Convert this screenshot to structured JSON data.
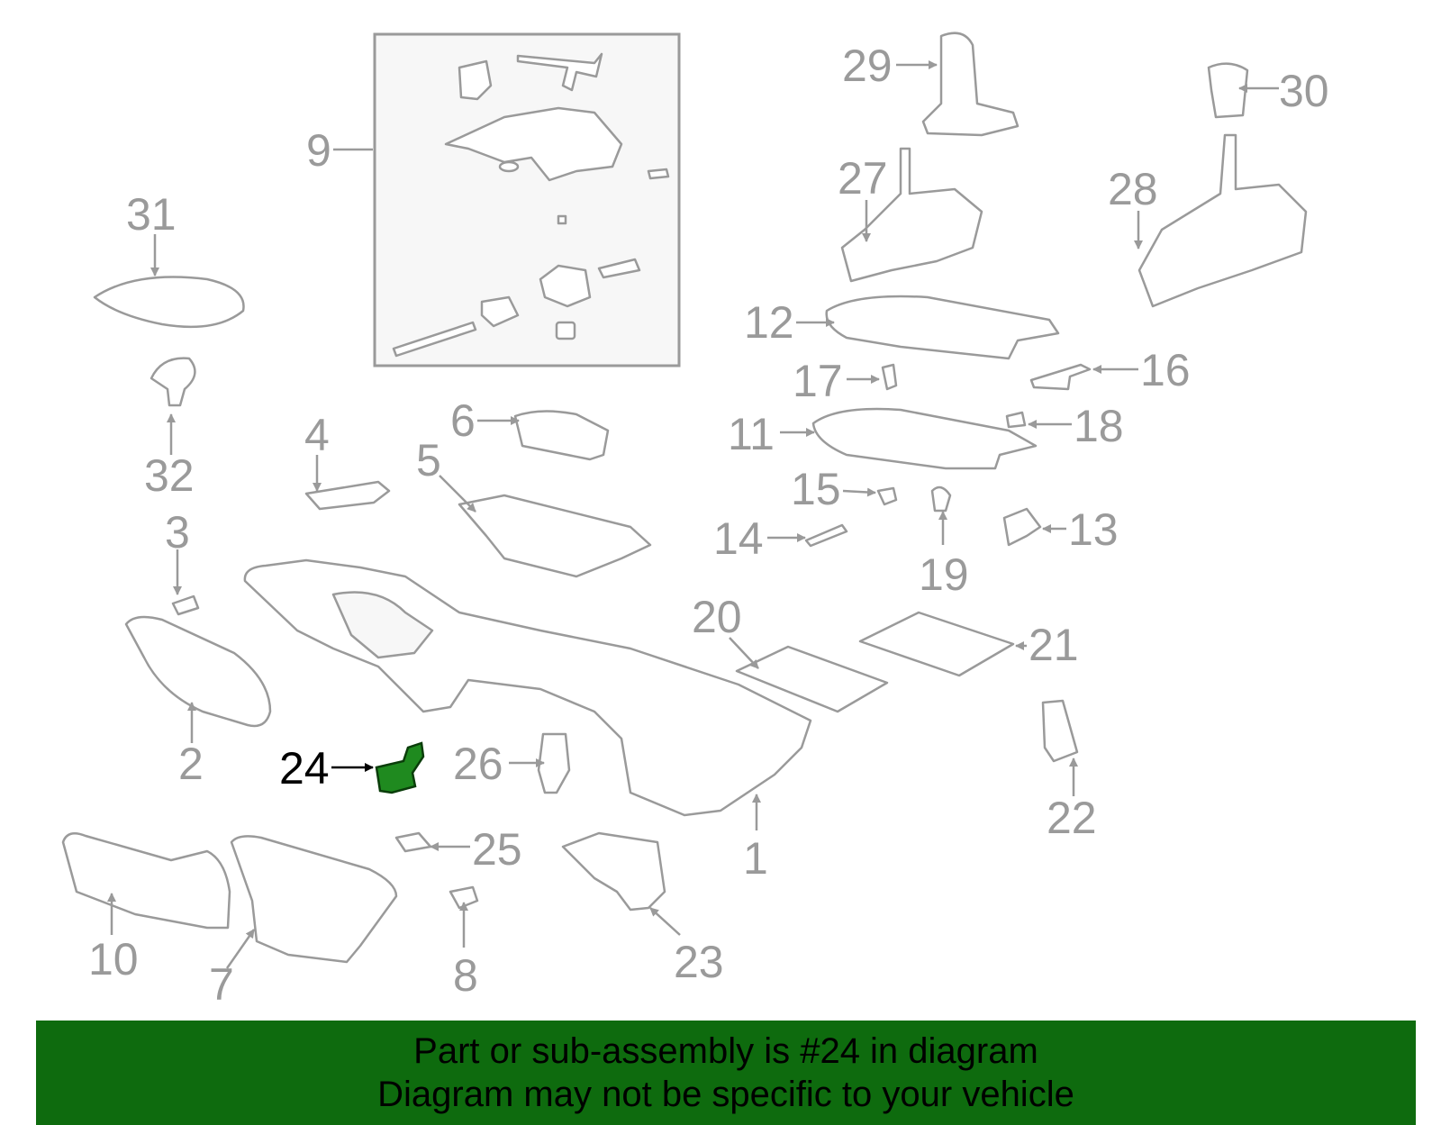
{
  "callouts": {
    "c1": "1",
    "c2": "2",
    "c3": "3",
    "c4": "4",
    "c5": "5",
    "c6": "6",
    "c7": "7",
    "c8": "8",
    "c9": "9",
    "c10": "10",
    "c11": "11",
    "c12": "12",
    "c13": "13",
    "c14": "14",
    "c15": "15",
    "c16": "16",
    "c17": "17",
    "c18": "18",
    "c19": "19",
    "c20": "20",
    "c21": "21",
    "c22": "22",
    "c23": "23",
    "c24": "24",
    "c25": "25",
    "c26": "26",
    "c27": "27",
    "c28": "28",
    "c29": "29",
    "c30": "30",
    "c31": "31",
    "c32": "32"
  },
  "highlighted_part": "24",
  "banner": {
    "line1": "Part or sub-assembly is #24 in diagram",
    "line2": "Diagram may not be specific to your vehicle"
  },
  "colors": {
    "banner_bg": "#0e6b0e",
    "highlight_part": "#1f8a1f",
    "line_art": "#9a9a9a"
  }
}
